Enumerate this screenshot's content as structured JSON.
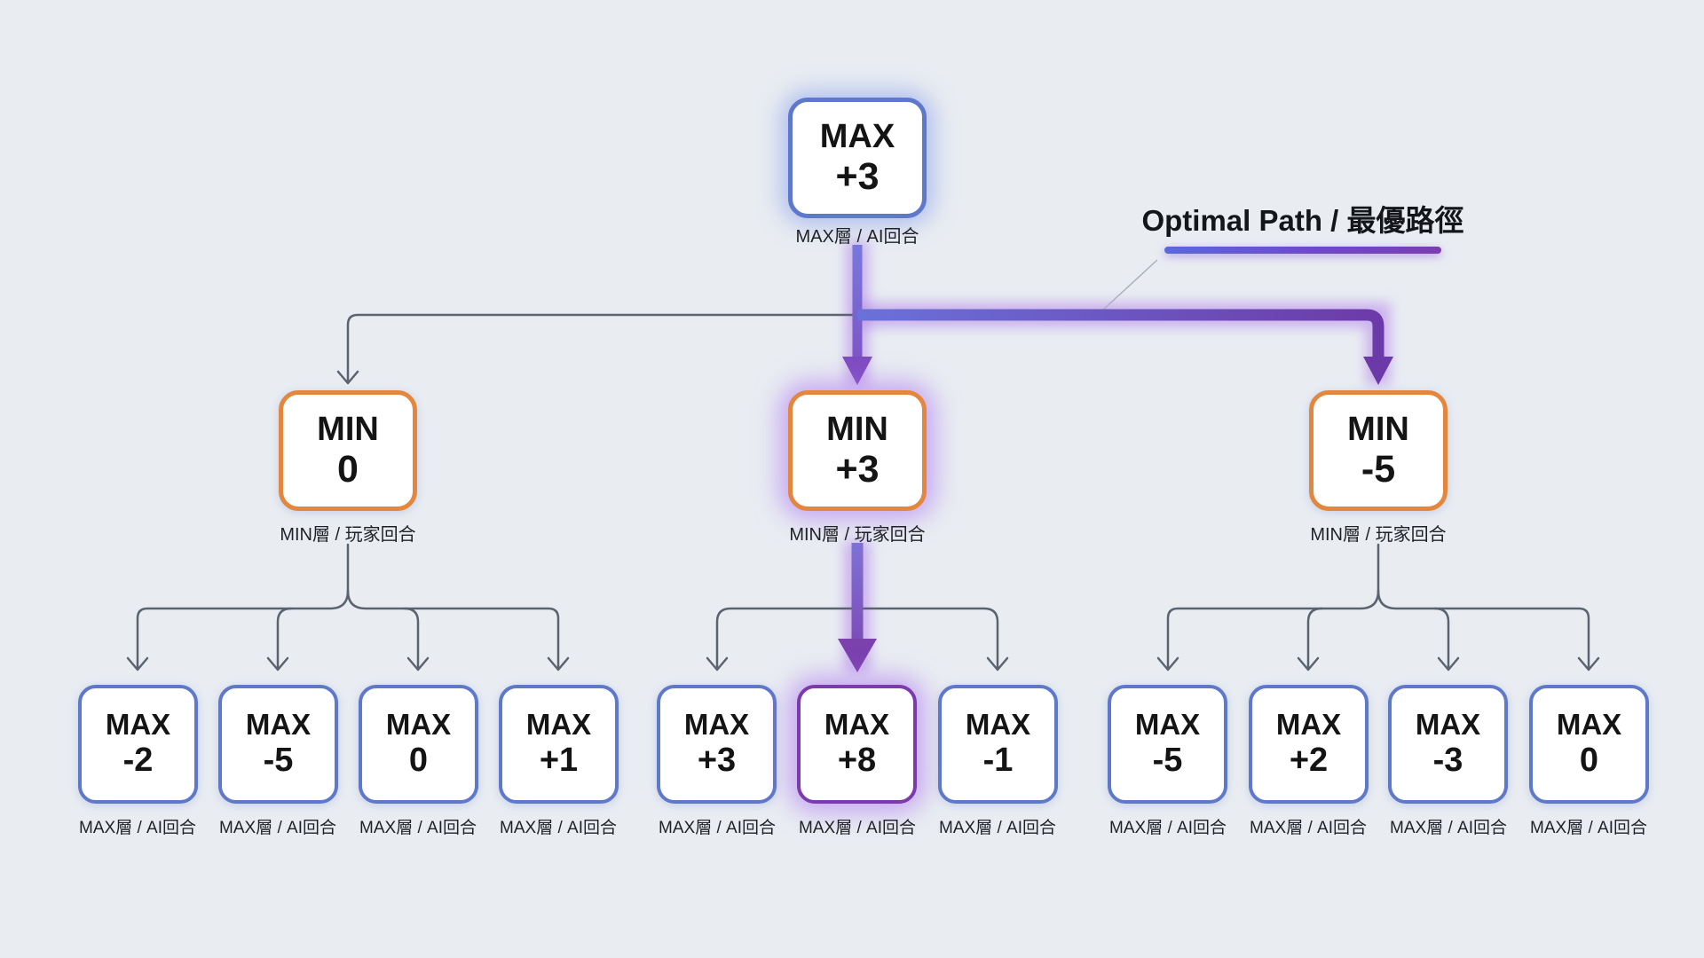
{
  "background": "#e9edf2",
  "colors": {
    "blue_node_border": "#5e78cc",
    "orange_node_border": "#e2873d",
    "purple_node_border": "#7c3aae",
    "gray_edge": "#5c6370",
    "optimal_path_start": "#6b71da",
    "optimal_path_end": "#6c3aa8",
    "optimal_path_glow": "#b27fea",
    "node_text": "#141414",
    "caption_text": "#1f2126"
  },
  "legend": {
    "label": "Optimal Path / 最優路徑"
  },
  "tree": {
    "root": {
      "type": "MAX",
      "value": "+3",
      "caption": "MAX層 / AI回合"
    },
    "mins": [
      {
        "type": "MIN",
        "value": "0",
        "caption": "MIN層 / 玩家回合"
      },
      {
        "type": "MIN",
        "value": "+3",
        "caption": "MIN層 / 玩家回合"
      },
      {
        "type": "MIN",
        "value": "-5",
        "caption": "MIN層 / 玩家回合"
      }
    ],
    "leaves": [
      {
        "type": "MAX",
        "value": "-2",
        "caption": "MAX層 / AI回合"
      },
      {
        "type": "MAX",
        "value": "-5",
        "caption": "MAX層 / AI回合"
      },
      {
        "type": "MAX",
        "value": "0",
        "caption": "MAX層 / AI回合"
      },
      {
        "type": "MAX",
        "value": "+1",
        "caption": "MAX層 / AI回合"
      },
      {
        "type": "MAX",
        "value": "+3",
        "caption": "MAX層 / AI回合"
      },
      {
        "type": "MAX",
        "value": "+8",
        "caption": "MAX層 / AI回合"
      },
      {
        "type": "MAX",
        "value": "-1",
        "caption": "MAX層 / AI回合"
      },
      {
        "type": "MAX",
        "value": "-5",
        "caption": "MAX層 / AI回合"
      },
      {
        "type": "MAX",
        "value": "+2",
        "caption": "MAX層 / AI回合"
      },
      {
        "type": "MAX",
        "value": "-3",
        "caption": "MAX層 / AI回合"
      },
      {
        "type": "MAX",
        "value": "0",
        "caption": "MAX層 / AI回合"
      }
    ]
  }
}
